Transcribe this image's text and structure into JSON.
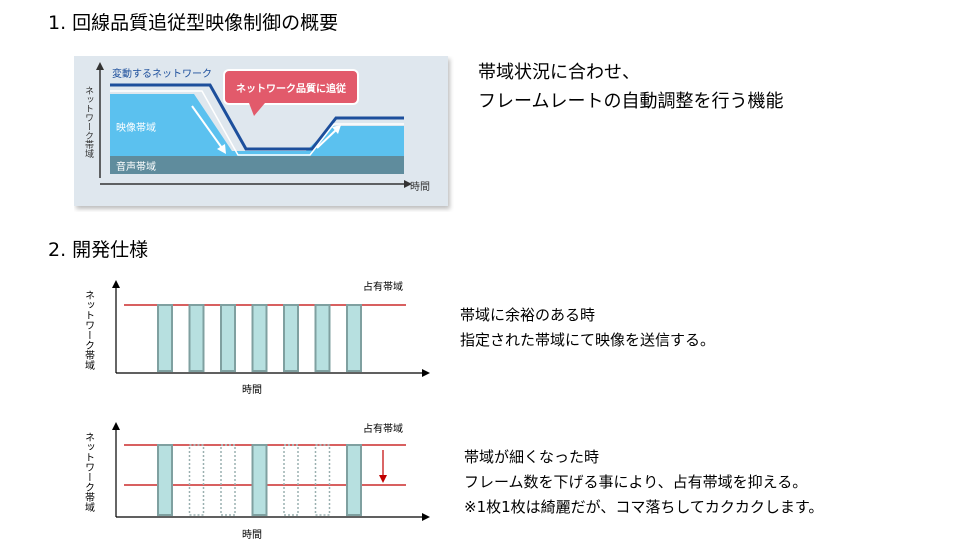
{
  "section1": {
    "heading": "1. 回線品質追従型映像制御の概要",
    "illustration": {
      "vertical_axis_label": "ネットワーク帯域",
      "variable_network_label": "変動するネットワーク",
      "callout": "ネットワーク品質に追従",
      "video_band_label": "映像帯域",
      "audio_band_label": "音声帯域",
      "time_label": "時間",
      "colors": {
        "video": "#5bc1ef",
        "audio": "#5f8c9d",
        "network_line": "#1d4f9c",
        "callout": "#e25a6b",
        "panel_bg": "#dfe7ee"
      }
    },
    "description_lines": [
      "帯域状況に合わせ、",
      "フレームレートの自動調整を行う機能"
    ]
  },
  "section2": {
    "heading": "2. 開発仕様",
    "chart_top": {
      "ylabel": "ネットワーク帯域",
      "xlabel": "時間",
      "band_label": "占有帯域",
      "frames": [
        1,
        1,
        1,
        1,
        1,
        1,
        1
      ],
      "colors": {
        "frame_fill": "#b7e0e0",
        "frame_border": "#7fa0a0",
        "band_line": "#c00000"
      }
    },
    "desc_top": [
      "帯域に余裕のある時",
      "指定された帯域にて映像を送信する。"
    ],
    "chart_bottom": {
      "ylabel": "ネットワーク帯域",
      "xlabel": "時間",
      "band_label": "占有帯域",
      "frames": [
        1,
        0,
        0,
        1,
        0,
        0,
        1
      ],
      "colors": {
        "frame_fill": "#b7e0e0",
        "frame_border": "#7fa0a0",
        "band_line": "#c00000",
        "arrow": "#c00000"
      }
    },
    "desc_bottom": [
      "帯域が細くなった時",
      "フレーム数を下げる事により、占有帯域を抑える。",
      "※1枚1枚は綺麗だが、コマ落ちしてカクカクします。"
    ]
  }
}
